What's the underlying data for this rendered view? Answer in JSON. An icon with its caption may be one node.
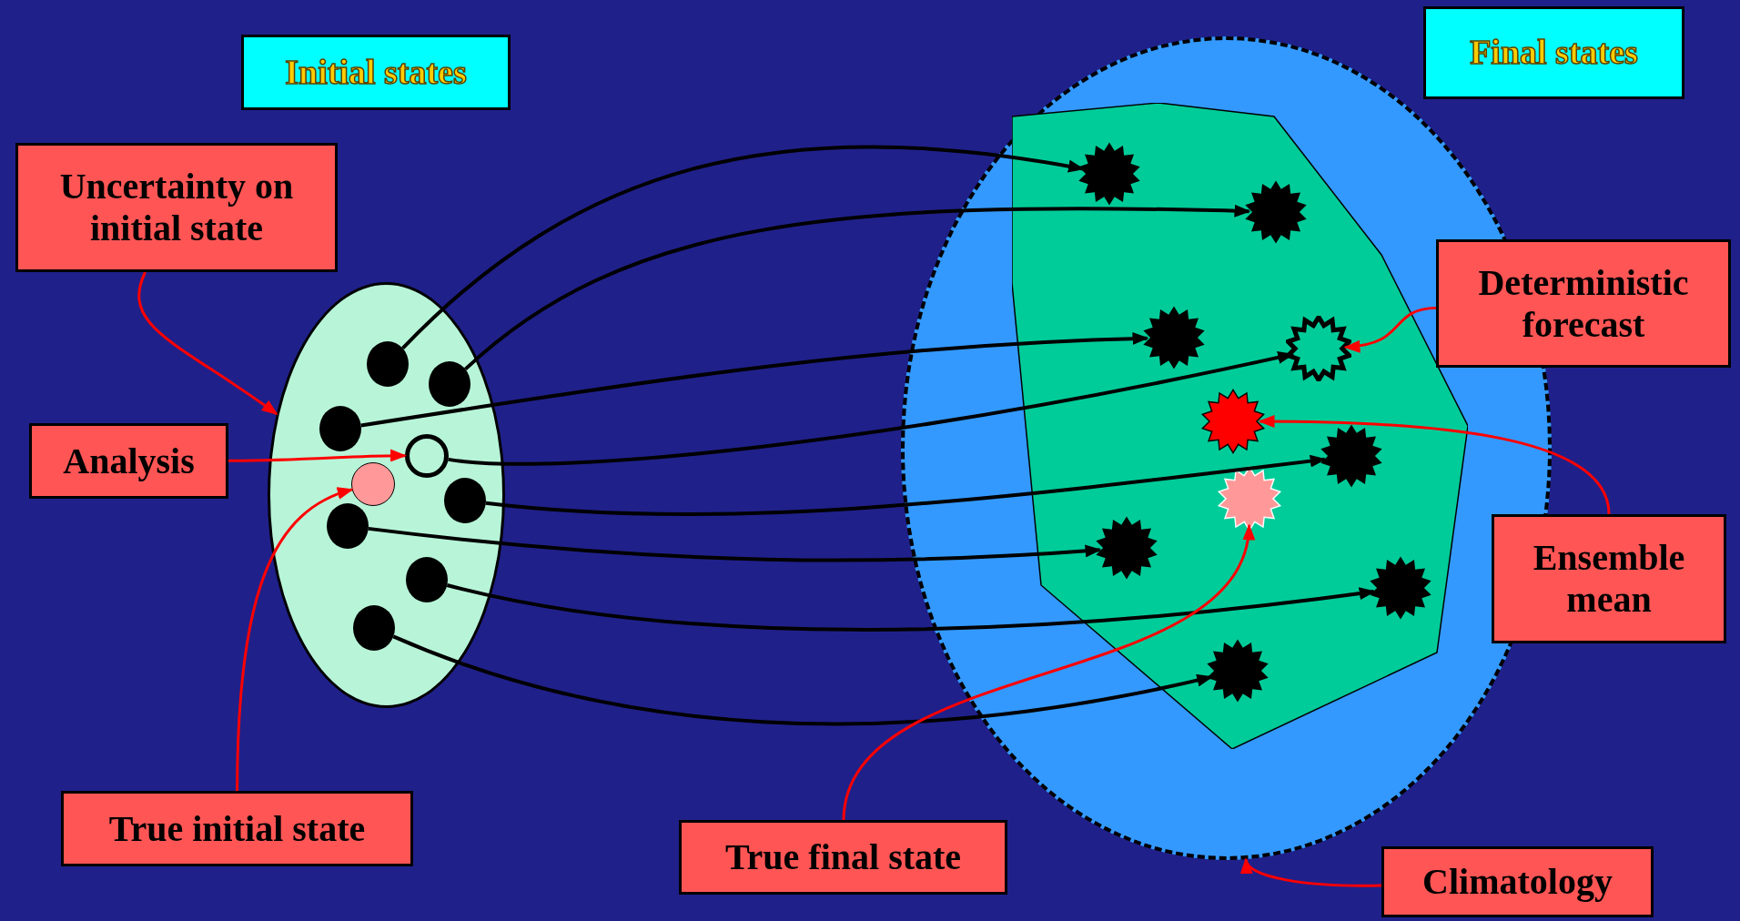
{
  "diagram": {
    "nodes": [
      {
        "text": [
          "Initial states"
        ]
      },
      {
        "text": [
          "Final states"
        ]
      },
      {
        "text": [
          "Uncertainty on initial state"
        ]
      },
      {
        "text": [],
        "shape": "ellipse"
      },
      {
        "text": [],
        "shape": "circle",
        "in": 3
      },
      {
        "text": [],
        "shape": "circle",
        "in": 3
      },
      {
        "text": [],
        "shape": "circle",
        "in": 3
      },
      {
        "text": [],
        "shape": "circle",
        "in": 3
      },
      {
        "text": [],
        "shape": "circle",
        "in": 3
      },
      {
        "text": [],
        "shape": "circle",
        "in": 3
      },
      {
        "text": [],
        "shape": "circle",
        "in": 3
      },
      {
        "text": [],
        "shape": "circle",
        "in": 3
      },
      {
        "text": [],
        "shape": "circle",
        "in": 3
      },
      {
        "text": [],
        "shape": "ellipse"
      },
      {
        "text": [],
        "shape": "polygon",
        "in": 13
      },
      {
        "text": [],
        "shape": "star",
        "in": 14
      },
      {
        "text": [],
        "shape": "star",
        "in": 14
      },
      {
        "text": [],
        "shape": "star",
        "in": 14
      },
      {
        "text": [],
        "shape": "star",
        "in": 14
      },
      {
        "text": [],
        "shape": "star",
        "in": 14
      },
      {
        "text": [],
        "shape": "star",
        "in": 14
      },
      {
        "text": [],
        "shape": "star",
        "in": 14
      },
      {
        "text": [],
        "shape": "star",
        "in": 14
      },
      {
        "text": [],
        "shape": "star",
        "in": 14
      },
      {
        "text": [],
        "shape": "star",
        "in": 14
      },
      {
        "text": [
          "Deterministic forecast"
        ]
      },
      {
        "text": [
          "Analysis"
        ]
      },
      {
        "text": [
          "Ensemble mean"
        ]
      },
      {
        "text": [
          "True initial state"
        ]
      },
      {
        "text": [
          "True final state"
        ]
      },
      {
        "text": [
          "Climatology"
        ]
      }
    ],
    "edges": [
      {
        "from": 4,
        "to": 15,
        "arrow": "to"
      },
      {
        "from": 5,
        "to": 16,
        "arrow": "to"
      },
      {
        "from": 6,
        "to": 17,
        "arrow": "to"
      },
      {
        "from": 7,
        "to": 18,
        "arrow": "to"
      },
      {
        "from": 9,
        "to": 20,
        "arrow": "to"
      },
      {
        "from": 10,
        "to": 22,
        "arrow": "to"
      },
      {
        "from": 11,
        "to": 23,
        "arrow": "to"
      },
      {
        "from": 12,
        "to": 24,
        "arrow": "to"
      },
      {
        "from": 2,
        "to": 3,
        "arrow": "to",
        "color": "#ff0000"
      },
      {
        "from": 26,
        "to": 7,
        "arrow": "to",
        "color": "#ff0000"
      },
      {
        "from": 28,
        "to": 8,
        "arrow": "to",
        "color": "#ff0000"
      },
      {
        "from": 25,
        "to": 18,
        "arrow": "to",
        "color": "#ff0000"
      },
      {
        "from": 27,
        "to": 19,
        "arrow": "to",
        "color": "#ff0000"
      },
      {
        "from": 29,
        "to": 21,
        "arrow": "to",
        "color": "#ff0000"
      },
      {
        "from": 30,
        "to": 13,
        "arrow": "to",
        "color": "#ff0000"
      }
    ]
  }
}
